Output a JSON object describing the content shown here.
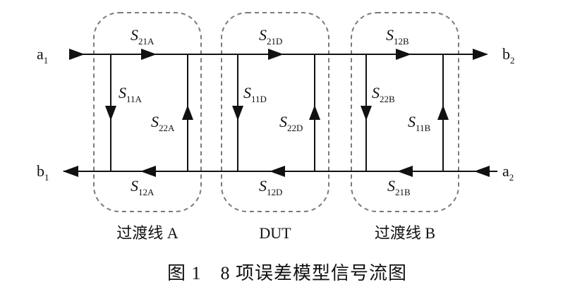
{
  "ports": {
    "a1": {
      "main": "a",
      "sub": "1"
    },
    "b1": {
      "main": "b",
      "sub": "1"
    },
    "a2": {
      "main": "a",
      "sub": "2"
    },
    "b2": {
      "main": "b",
      "sub": "2"
    }
  },
  "blocks": [
    {
      "id": "A",
      "name": "过渡线 A",
      "top": {
        "main": "S",
        "sub": "21A"
      },
      "bottom": {
        "main": "S",
        "sub": "12A"
      },
      "left_vertical": {
        "main": "S",
        "sub": "11A"
      },
      "right_vertical": {
        "main": "S",
        "sub": "22A"
      }
    },
    {
      "id": "D",
      "name": "DUT",
      "top": {
        "main": "S",
        "sub": "21D"
      },
      "bottom": {
        "main": "S",
        "sub": "12D"
      },
      "left_vertical": {
        "main": "S",
        "sub": "11D"
      },
      "right_vertical": {
        "main": "S",
        "sub": "22D"
      }
    },
    {
      "id": "B",
      "name": "过渡线 B",
      "top": {
        "main": "S",
        "sub": "12B"
      },
      "bottom": {
        "main": "S",
        "sub": "21B"
      },
      "left_vertical": {
        "main": "S",
        "sub": "22B"
      },
      "right_vertical": {
        "main": "S",
        "sub": "11B"
      }
    }
  ],
  "caption": "图 1　8 项误差模型信号流图",
  "colors": {
    "line": "#111111",
    "dashed_box": "#7a7a7a"
  }
}
